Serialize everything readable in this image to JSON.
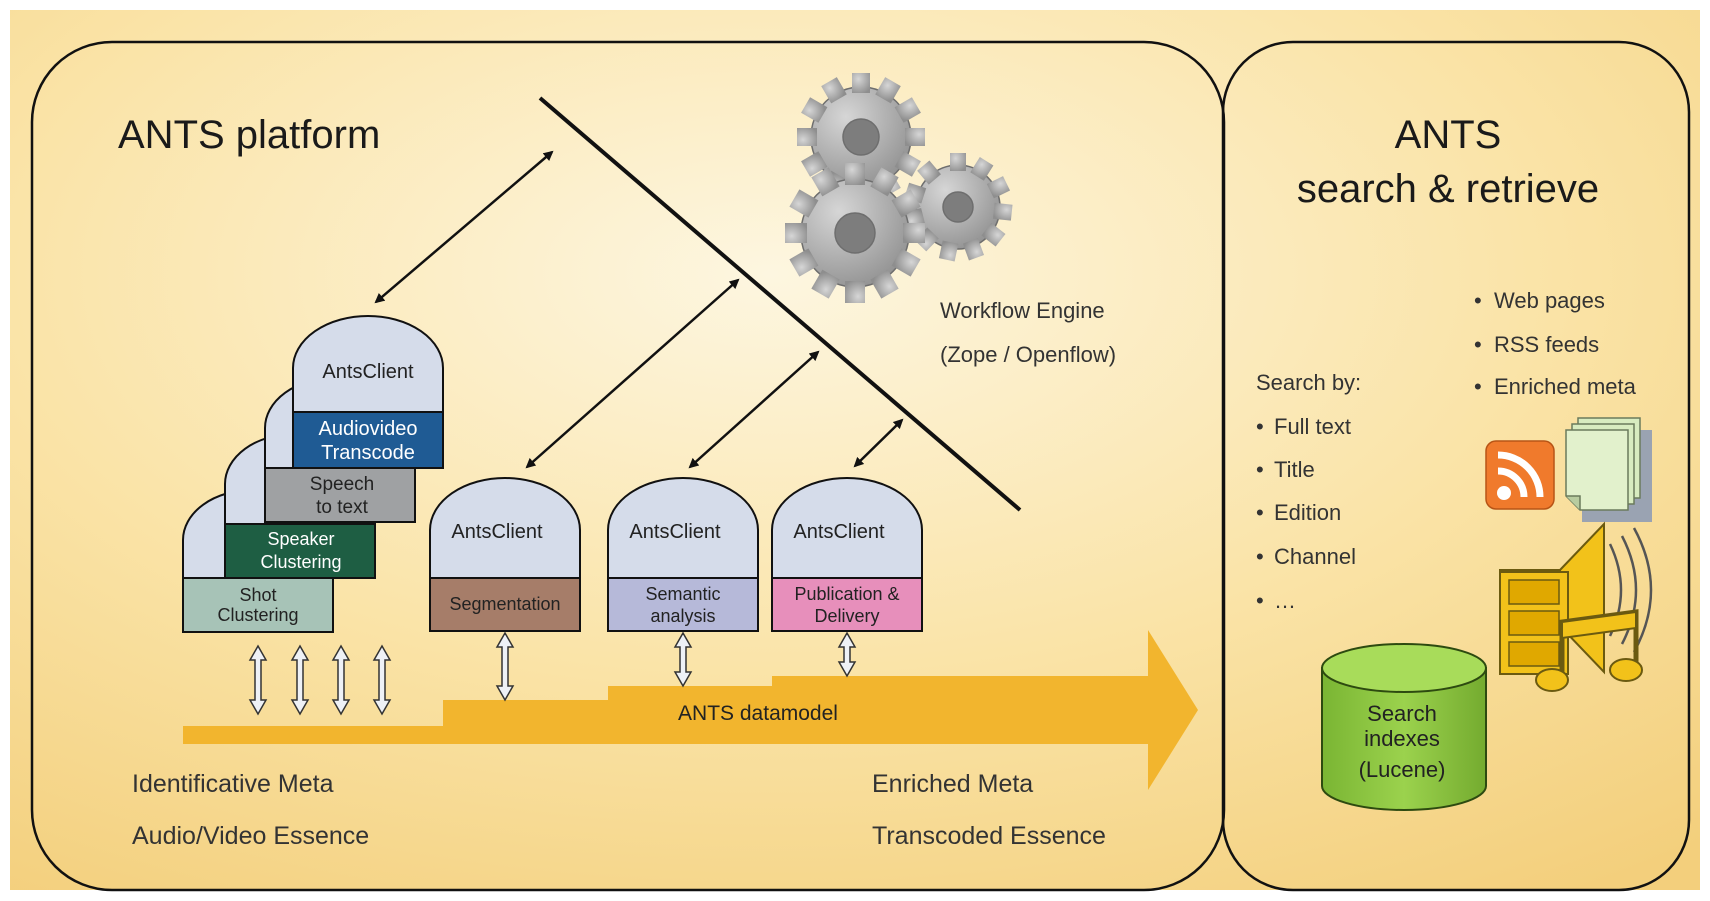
{
  "platform": {
    "title": "ANTS platform",
    "workflow_engine": "Workflow Engine",
    "workflow_engine_sub": "(Zope / Openflow)",
    "datamodel_label": "ANTS datamodel",
    "meta_left_1": "Identificative Meta",
    "meta_left_2": "Audio/Video Essence",
    "meta_right_1": "Enriched Meta",
    "meta_right_2": "Transcoded Essence",
    "client_label": "AntsClient",
    "stack": {
      "audiovideo_1": "Audiovideo",
      "audiovideo_2": "Transcode",
      "speech_1": "Speech",
      "speech_2": "to text",
      "speaker_1": "Speaker",
      "speaker_2": "Clustering",
      "shot_1": "Shot",
      "shot_2": "Clustering"
    },
    "segmentation": "Segmentation",
    "semantic_1": "Semantic",
    "semantic_2": "analysis",
    "publication_1": "Publication &",
    "publication_2": "Delivery"
  },
  "search": {
    "title_1": "ANTS",
    "title_2": "search & retrieve",
    "search_by": "Search by:",
    "search_items": [
      "Full text",
      "Title",
      "Edition",
      "Channel",
      "…"
    ],
    "outputs": [
      "Web pages",
      "RSS feeds",
      "Enriched meta"
    ],
    "index_1": "Search",
    "index_2": "indexes",
    "index_3": "(Lucene)"
  },
  "colors": {
    "background": "#f8deA0",
    "client_head": "#d5dcea",
    "audiovideo": "#1f5b94",
    "speech": "#9fa1a3",
    "speaker": "#1e5e43",
    "shot": "#a7c3b7",
    "segmentation": "#a67d69",
    "semantic": "#b6b9d9",
    "publication": "#e78fbb",
    "datamodel_arrow": "#f2b52e",
    "cylinder": "#8cc63f",
    "gear": "#a3a3a3",
    "rss": "#f07a2c"
  }
}
